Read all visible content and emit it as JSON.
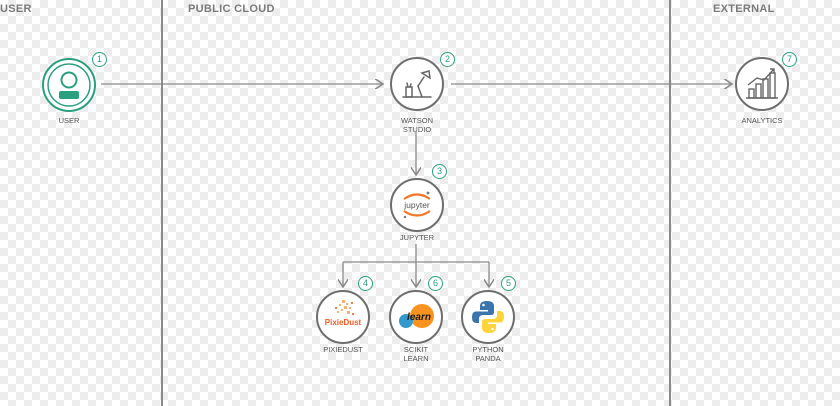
{
  "zones": {
    "user": "USER",
    "public_cloud": "PUBLIC CLOUD",
    "external": "EXTERNAL"
  },
  "nodes": {
    "user": {
      "label": "USER",
      "step": "1"
    },
    "watson": {
      "label": "WATSON\nSTUDIO",
      "step": "2"
    },
    "jupyter": {
      "label": "JUPYTER",
      "step": "3",
      "logo_text": "jupyter"
    },
    "pixiedust": {
      "label": "PIXIEDUST",
      "step": "4",
      "logo_text": "PixieDust"
    },
    "scikit": {
      "label": "SCIKIT\nLEARN",
      "step": "6",
      "logo_text": "learn"
    },
    "python": {
      "label": "PYTHON\nPANDA",
      "step": "5"
    },
    "analytics": {
      "label": "ANALYTICS",
      "step": "7"
    }
  },
  "colors": {
    "accent": "#2aa07f",
    "line": "#8a8a8a",
    "jupyter_orange": "#f37726",
    "python_blue": "#3a75b0",
    "python_yellow": "#ffd43b",
    "scikit_orange": "#f7931e",
    "scikit_blue": "#3499cd"
  }
}
